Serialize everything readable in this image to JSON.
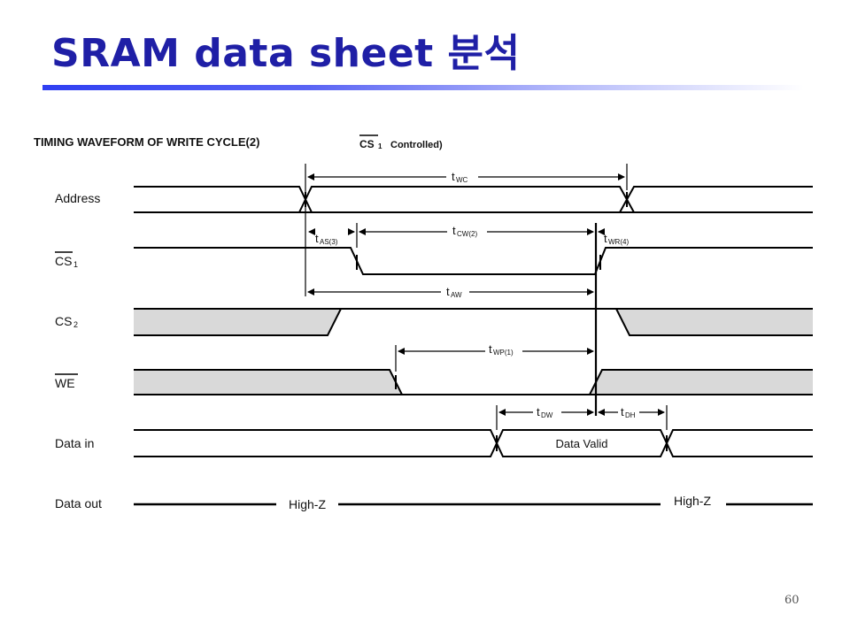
{
  "slide": {
    "title": "SRAM data sheet 분석",
    "page_number": "60"
  },
  "diagram": {
    "heading": "TIMING WAVEFORM OF WRITE CYCLE(2)",
    "heading_sub": "Controlled)",
    "heading_cs": "CS",
    "heading_cs_sub": "1",
    "signals": [
      {
        "name": "Address",
        "sub": ""
      },
      {
        "name": "CS",
        "sub": "1"
      },
      {
        "name": "CS",
        "sub": "2"
      },
      {
        "name": "WE",
        "sub": ""
      },
      {
        "name": "Data in",
        "sub": ""
      },
      {
        "name": "Data out",
        "sub": ""
      }
    ],
    "timing_labels": {
      "twc": "t",
      "twc_sub": "WC",
      "tas": "t",
      "tas_sub": "AS(3)",
      "tcw": "t",
      "tcw_sub": "CW(2)",
      "twr": "t",
      "twr_sub": "WR(4)",
      "taw": "t",
      "taw_sub": "AW",
      "twp": "t",
      "twp_sub": "WP(1)",
      "tdw": "t",
      "tdw_sub": "DW",
      "tdh": "t",
      "tdh_sub": "DH"
    },
    "data_valid": "Data Valid",
    "high_z_left": "High-Z",
    "high_z_right": "High-Z",
    "colors": {
      "line": "#000000",
      "shade": "#d9d9d9",
      "title": "#1f1fa6"
    }
  }
}
